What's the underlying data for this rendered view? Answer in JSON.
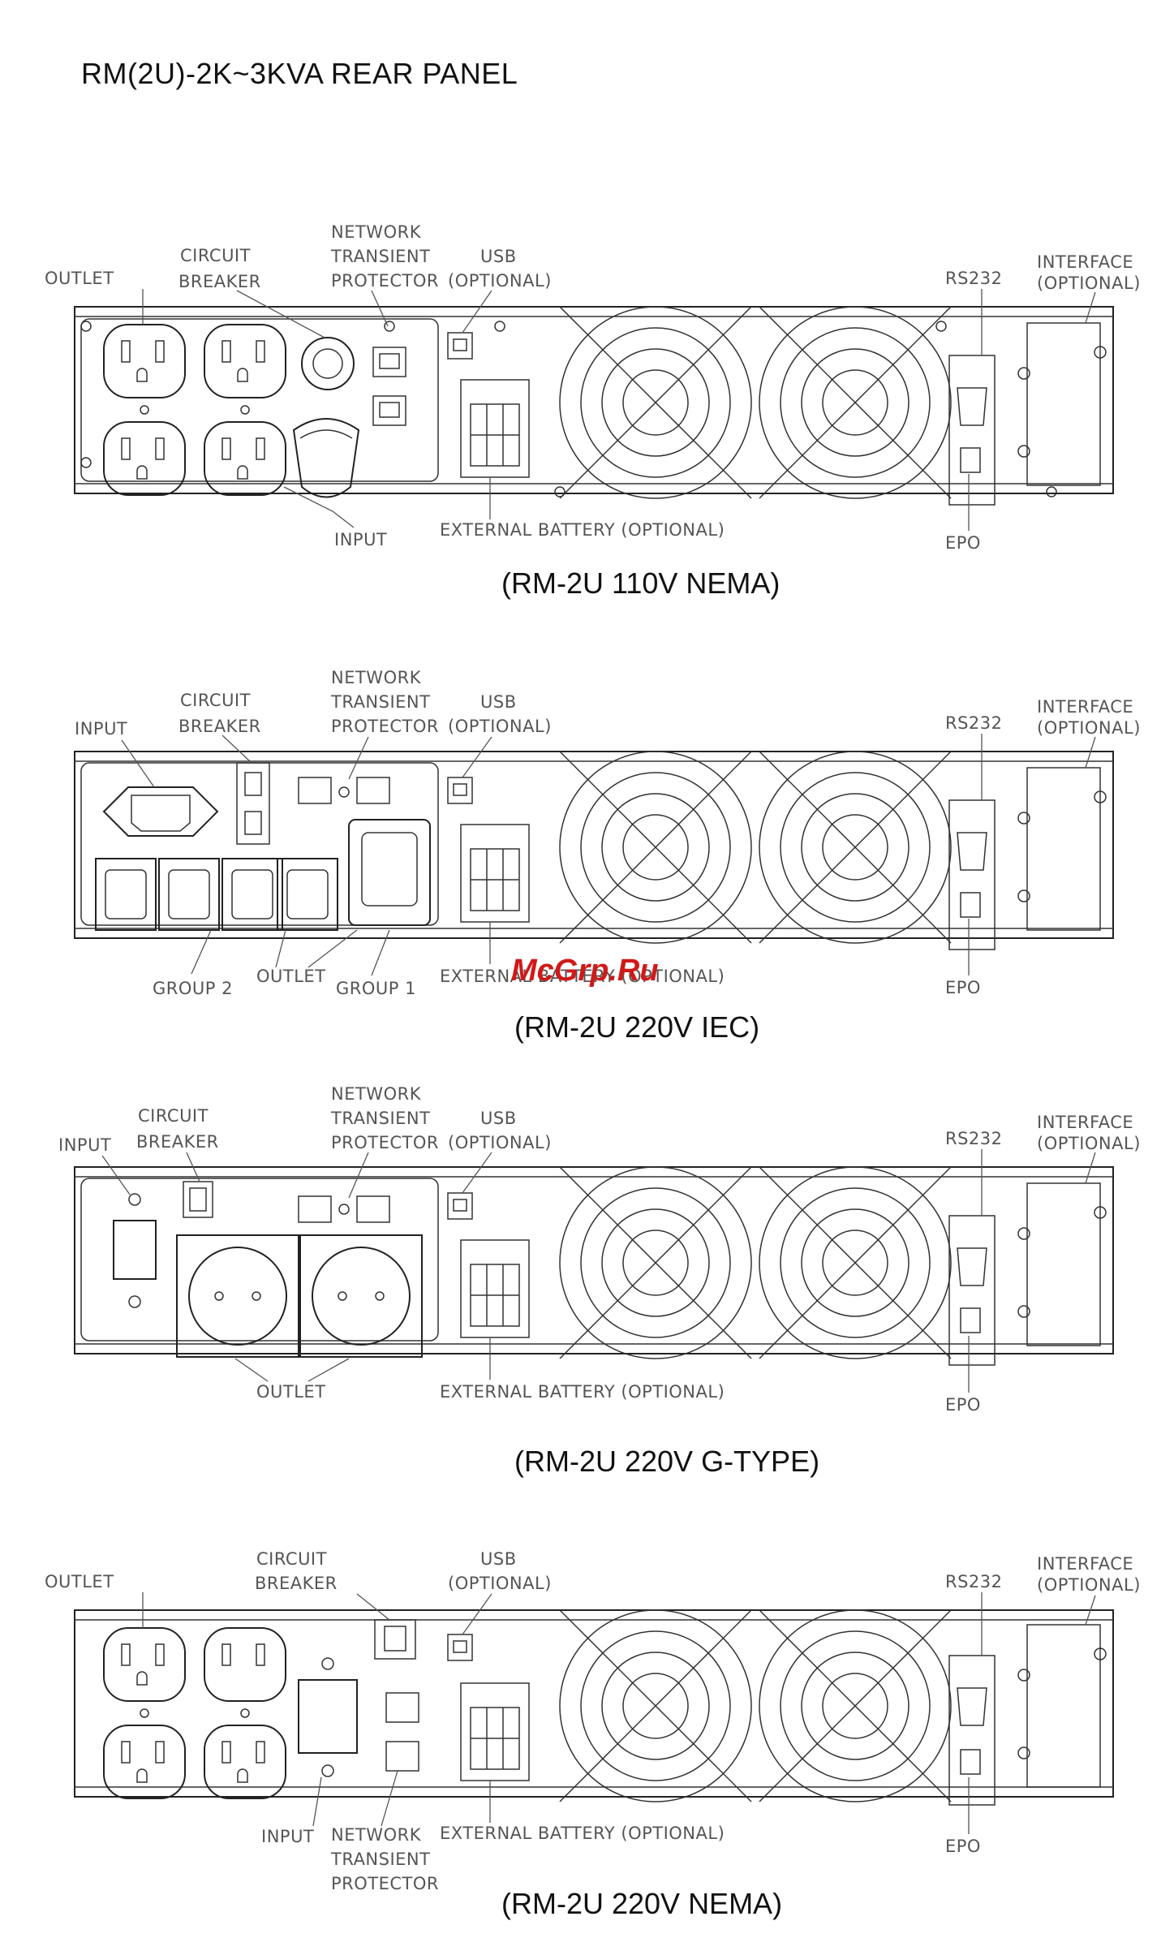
{
  "title": "RM(2U)-2K~3KVA REAR PANEL",
  "watermark": "McGrp.Ru",
  "panels": [
    {
      "caption": "(RM-2U 110V NEMA)",
      "labels": {
        "outlet": "OUTLET",
        "circuit_breaker_1": "CIRCUIT",
        "circuit_breaker_2": "BREAKER",
        "network_1": "NETWORK",
        "network_2": "TRANSIENT",
        "network_3": "PROTECTOR",
        "usb_1": "USB",
        "usb_2": "(OPTIONAL)",
        "rs232": "RS232",
        "interface_1": "INTERFACE",
        "interface_2": "(OPTIONAL)",
        "input": "INPUT",
        "external_battery": "EXTERNAL BATTERY (OPTIONAL)",
        "epo": "EPO"
      }
    },
    {
      "caption": "(RM-2U 220V IEC)",
      "labels": {
        "input": "INPUT",
        "circuit_breaker_1": "CIRCUIT",
        "circuit_breaker_2": "BREAKER",
        "network_1": "NETWORK",
        "network_2": "TRANSIENT",
        "network_3": "PROTECTOR",
        "usb_1": "USB",
        "usb_2": "(OPTIONAL)",
        "rs232": "RS232",
        "interface_1": "INTERFACE",
        "interface_2": "(OPTIONAL)",
        "group2": "GROUP 2",
        "outlet": "OUTLET",
        "group1": "GROUP 1",
        "external_battery": "EXTERNAL BATTERY (OPTIONAL)",
        "epo": "EPO"
      }
    },
    {
      "caption": "(RM-2U 220V G-TYPE)",
      "labels": {
        "input": "INPUT",
        "circuit_breaker_1": "CIRCUIT",
        "circuit_breaker_2": "BREAKER",
        "network_1": "NETWORK",
        "network_2": "TRANSIENT",
        "network_3": "PROTECTOR",
        "usb_1": "USB",
        "usb_2": "(OPTIONAL)",
        "rs232": "RS232",
        "interface_1": "INTERFACE",
        "interface_2": "(OPTIONAL)",
        "outlet": "OUTLET",
        "external_battery": "EXTERNAL BATTERY (OPTIONAL)",
        "epo": "EPO"
      }
    },
    {
      "caption": "(RM-2U 220V NEMA)",
      "labels": {
        "outlet": "OUTLET",
        "circuit_breaker_1": "CIRCUIT",
        "circuit_breaker_2": "BREAKER",
        "usb_1": "USB",
        "usb_2": "(OPTIONAL)",
        "rs232": "RS232",
        "interface_1": "INTERFACE",
        "interface_2": "(OPTIONAL)",
        "input": "INPUT",
        "network_1": "NETWORK",
        "network_2": "TRANSIENT",
        "network_3": "PROTECTOR",
        "external_battery": "EXTERNAL BATTERY (OPTIONAL)",
        "epo": "EPO"
      }
    }
  ]
}
